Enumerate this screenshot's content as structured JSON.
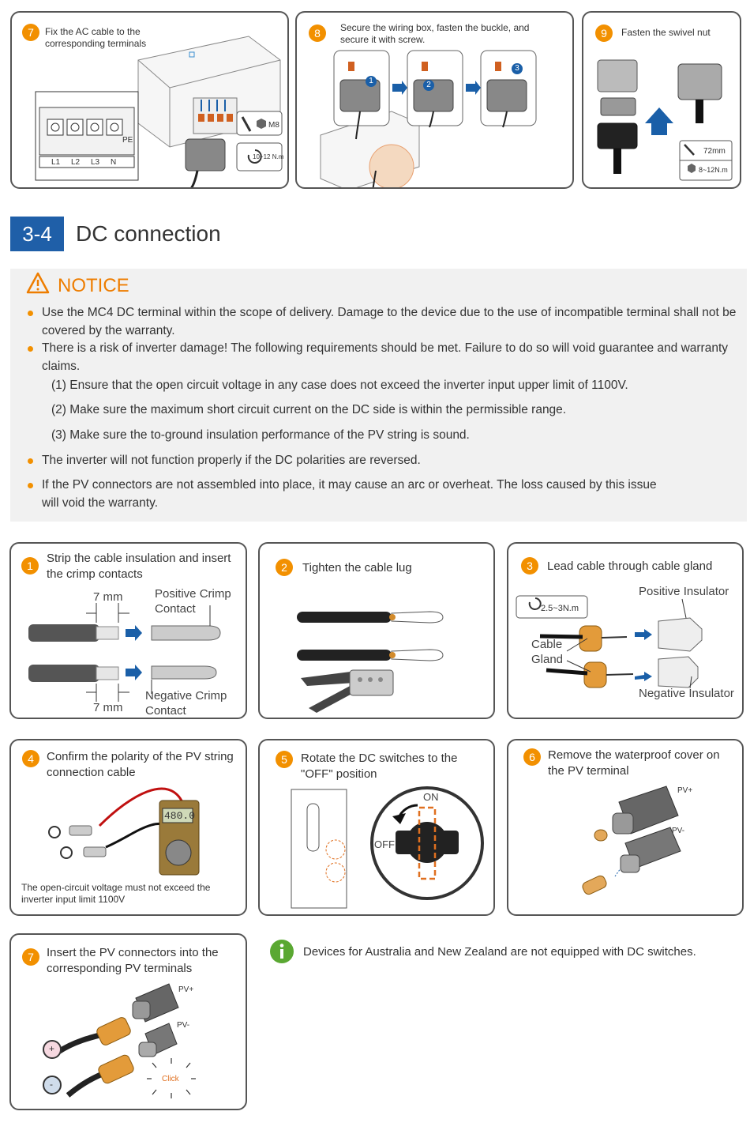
{
  "top_steps": [
    {
      "num": "7",
      "caption": "Fix the AC cable to the corresponding terminals"
    },
    {
      "num": "8",
      "caption": "Secure the wiring box, fasten the buckle, and secure it with screw."
    },
    {
      "num": "9",
      "caption": "Fasten the swivel nut"
    }
  ],
  "step7_top_labels": {
    "pe": "PE",
    "l1": "L1",
    "l2": "L2",
    "l3": "L3",
    "n": "N",
    "bolt": "M8",
    "torque": "10~12 N.m"
  },
  "step8_badges": [
    "1",
    "2",
    "3"
  ],
  "step9_labels": {
    "size": "72mm",
    "torque": "8~12N.m"
  },
  "section": {
    "number": "3-4",
    "title": "DC connection"
  },
  "notice": {
    "title": "NOTICE",
    "items": [
      "Use the MC4 DC terminal within the scope of delivery. Damage to the device due to the use of incompatible terminal shall not be covered by the warranty.",
      "There is a risk of inverter damage! The following requirements should be met. Failure to do so will void guarantee and warranty claims.",
      "The inverter will not function properly if the DC polarities are reversed.",
      "If the PV connectors are not assembled into place, it may cause an arc or overheat. The loss caused by this issue will void the warranty."
    ],
    "subitems": [
      "(1) Ensure that the open circuit voltage in any case does not exceed the inverter input upper limit of 1100V.",
      "(2) Make sure the maximum short circuit current on the DC side is within the permissible range.",
      "(3) Make sure the to-ground insulation performance of the PV string is sound."
    ]
  },
  "dc_steps": [
    {
      "num": "1",
      "caption": "Strip the cable insulation and insert the crimp contacts"
    },
    {
      "num": "2",
      "caption": "Tighten the cable lug"
    },
    {
      "num": "3",
      "caption": "Lead cable through cable gland"
    },
    {
      "num": "4",
      "caption": "Confirm the polarity of the PV string connection cable"
    },
    {
      "num": "5",
      "caption": "Rotate the DC switches to the \"OFF\" position"
    },
    {
      "num": "6",
      "caption": "Remove the waterproof cover on the PV terminal"
    },
    {
      "num": "7",
      "caption": "Insert the PV connectors into the corresponding PV terminals"
    }
  ],
  "step1_labels": {
    "strip_top": "7 mm",
    "strip_bottom": "7 mm",
    "positive": "Positive Crimp Contact",
    "negative": "Negative Crimp Contact"
  },
  "step3_labels": {
    "torque": "2.5~3N.m",
    "gland": "Cable Gland",
    "positive": "Positive Insulator",
    "negative": "Negative Insulator"
  },
  "step4_labels": {
    "reading": "480.0",
    "note": "The open-circuit voltage must not exceed the inverter input limit 1100V"
  },
  "step5_labels": {
    "on": "ON",
    "off": "OFF"
  },
  "step6_labels": {
    "pvplus": "PV+",
    "pvminus": "PV-"
  },
  "step7_labels": {
    "pvplus": "PV+",
    "pvminus": "PV-",
    "plus": "+",
    "minus": "-",
    "click": "Click"
  },
  "info_note": "Devices for Australia and New Zealand are not equipped with DC switches.",
  "colors": {
    "accent_orange": "#f29000",
    "section_blue": "#1f5fa8",
    "notice_orange": "#ee7d00",
    "info_green": "#5aa832",
    "arrow_blue": "#1a5fa8"
  }
}
